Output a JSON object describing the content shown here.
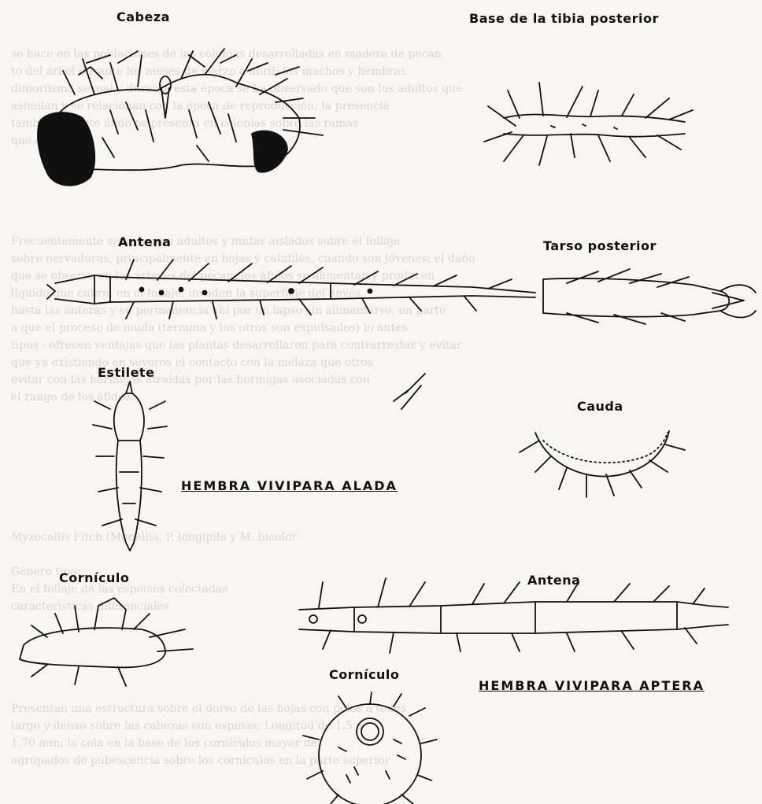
{
  "labels": {
    "cabeza": "Cabeza",
    "base_tibia": "Base de la tibia posterior",
    "antena_alada": "Antena",
    "tarso": "Tarso posterior",
    "estilete": "Estilete",
    "cauda": "Cauda",
    "corniculo_aptera": "Cornículo",
    "antena_aptera": "Antena",
    "corniculo_2": "Cornículo"
  },
  "titles": {
    "alada": "HEMBRA VIVIPARA ALADA",
    "aptera": "HEMBRA VIVIPARA APTERA"
  },
  "background_text": [
    "se hace en las poblaciones de las colonias desarrolladas en madera de pecan",
    "to del árbol durante los meses de marzo a abril; los machos y hembras",
    "dimorfismo sexual y durante esta época se ha observado que son los adultos que",
    "asimilan y se relacionan con la época de reproducción; la presencia",
    "también de este áfido se presenta en colonias sobre las ramas",
    "que ellos.",
    "Frecuentemente se observan adultos y ninfas aislados sobre el follaje",
    "sobre nervaduras, principalmente en hojas y catafilos, cuando son jóvenes; el daño",
    "que se observa en los árboles del pecan; los áfidos se alimentan y producen",
    "líquido que cubre; en el follaje, invaden la superficie del envés",
    "hasta las anteras y su permanencia ahí por un lapso sin alimentarse, en parte",
    "a que el proceso de muda (termina y los otros son expulsados) lo antes",
    "tipos - ofrecen ventajas que las plantas desarrollaron para contrarrestar y evitar",
    "que ya existiendo en severos el contacto con la melaza que otros",
    "evitar con las hormigas atraídas por las hormigas asociadas con",
    "el rango de los áfidos.",
    "",
    "Myzocallis Fitch (Monellia, P. longipila y M. bicolor",
    "",
    "Género tipo:",
    "En el follaje de las especies colectadas",
    "características diferenciales",
    "",
    "Presentan una estructura sobre el dorso de las hojas con pelos a todos",
    "largo y denso sobre las cabezas con espinas; Longitud de 1.5 a",
    "1.70 mm; la cola en la base de los cornículos mayor de",
    "agrupados de pubescencia sobre los cornículos en la parte superior"
  ]
}
